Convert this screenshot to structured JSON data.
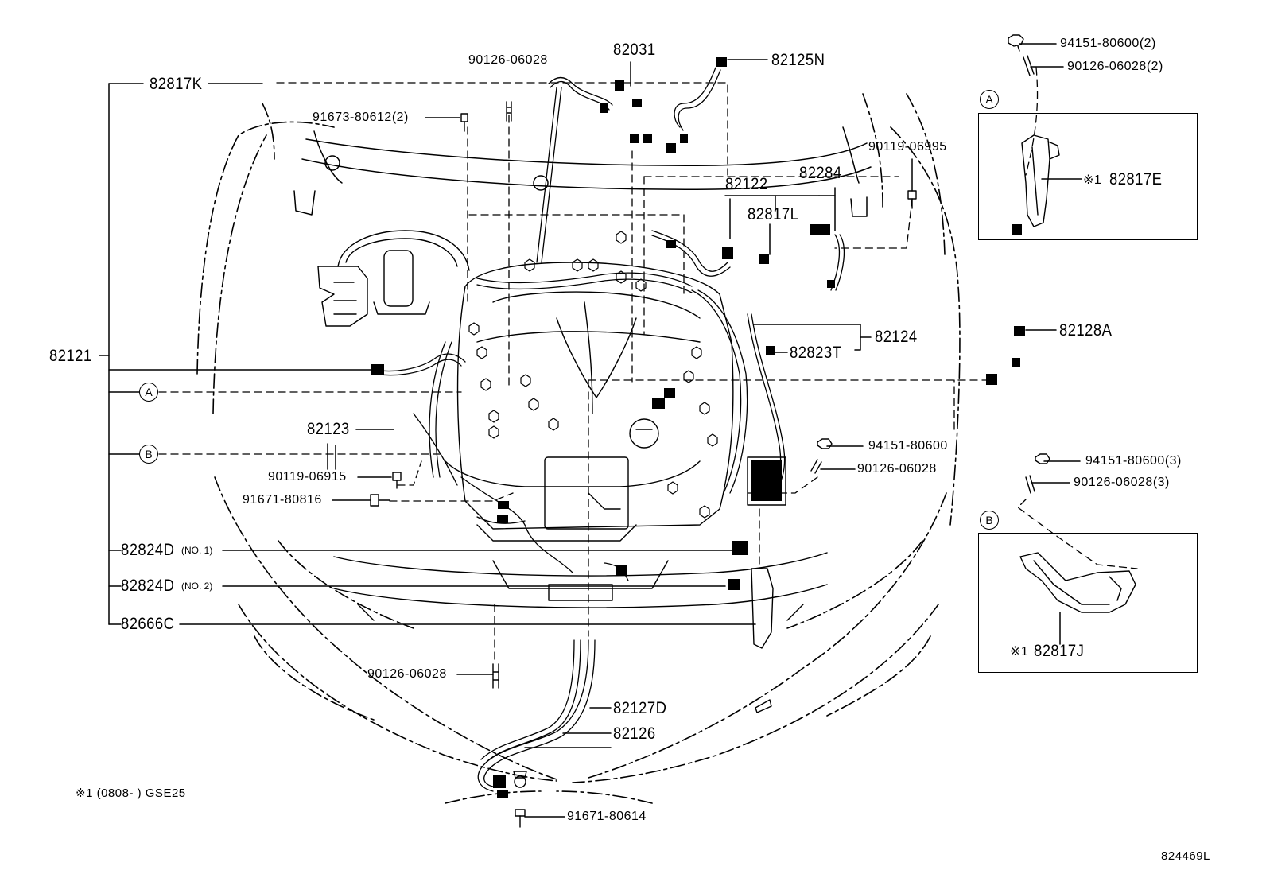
{
  "labels": {
    "l82817K": "82817K",
    "l82121": "82121",
    "l90126_06028_top": "90126-06028",
    "l82031": "82031",
    "l82125N": "82125N",
    "l91673_80612": "91673-80612(2)",
    "l94151_80600_2": "94151-80600(2)",
    "l90126_06028_2": "90126-06028(2)",
    "l90119_06995": "90119-06995",
    "l82122": "82122",
    "l82284": "82284",
    "l82817L": "82817L",
    "l82817E": "82817E",
    "l82128A": "82128A",
    "l82124": "82124",
    "l82823T": "82823T",
    "l82123": "82123",
    "l94151_80600": "94151-80600",
    "l90126_06028_mid": "90126-06028",
    "l90119_06915": "90119-06915",
    "l91671_80816": "91671-80816",
    "l94151_80600_3": "94151-80600(3)",
    "l90126_06028_3": "90126-06028(3)",
    "l82824D_1": "82824D",
    "l82824D_1_sub": "(NO. 1)",
    "l82824D_2": "82824D",
    "l82824D_2_sub": "(NO. 2)",
    "l82666C": "82666C",
    "l82817J": "82817J",
    "l90126_06028_bot": "90126-06028",
    "l82127D": "82127D",
    "l82126": "82126",
    "l91671_80614": "91671-80614",
    "ref_mark": "※1",
    "footnote": "※1 (0808-        ) GSE25",
    "diagram_id": "824469L"
  },
  "callouts": {
    "a": "A",
    "b": "B"
  }
}
